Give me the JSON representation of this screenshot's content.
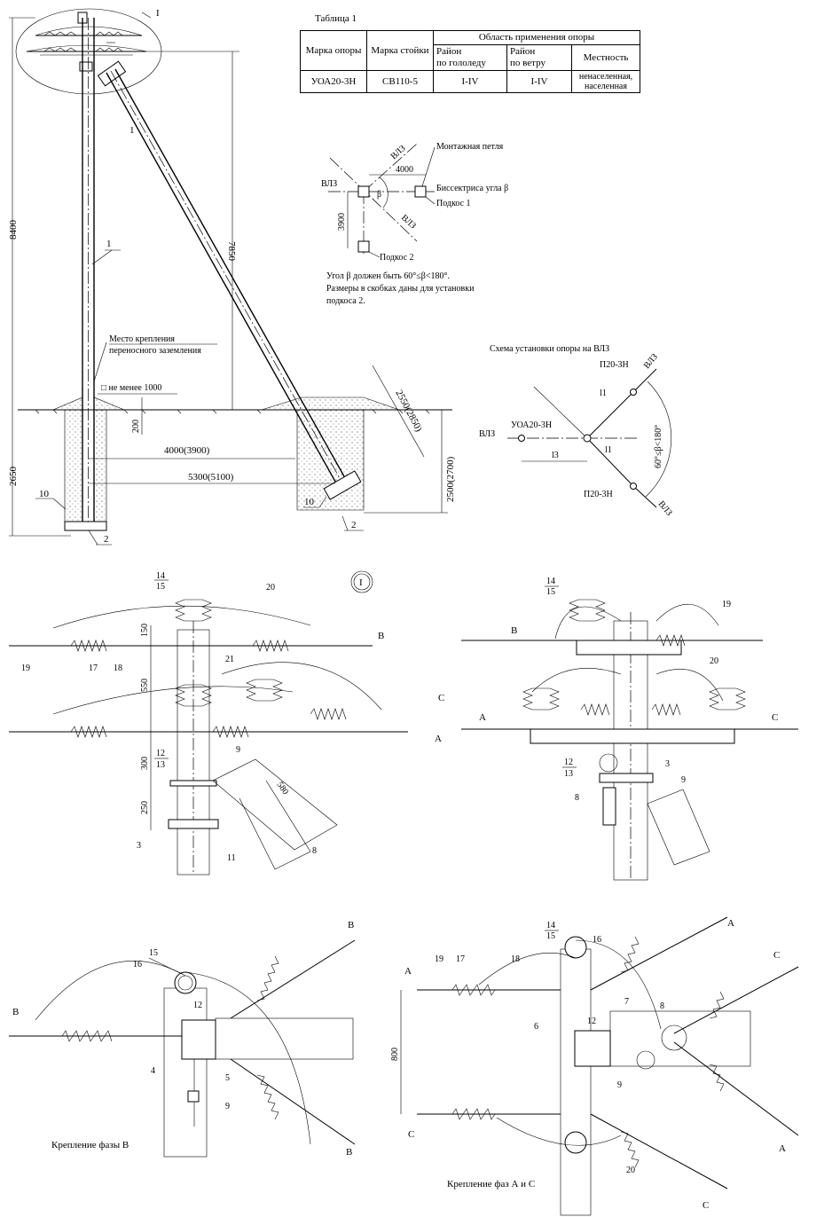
{
  "table1": {
    "caption": "Таблица 1",
    "head_mark": "Марка опоры",
    "head_stand": "Марка стойки",
    "head_area": "Область применения опоры",
    "head_ice": "Район\nпо гололеду",
    "head_wind": "Район\nпо ветру",
    "head_terrain": "Местность",
    "row": {
      "mark": "УОА20-3Н",
      "stand": "СВ110-5",
      "ice": "I-IV",
      "wind": "I-IV",
      "terrain": "ненаселенная,\nнаселенная"
    }
  },
  "plan1": {
    "vlz_top": "ВЛЗ",
    "loop": "Монтажная петля",
    "dim_4000": "4000",
    "vlz_left": "ВЛЗ",
    "bisector": "Биссектриса угла β",
    "beta": "β",
    "brace1": "Подкос 1",
    "vlz_diag": "ВЛЗ",
    "dim_3900": "3900",
    "brace2": "Подкос 2",
    "note": [
      "Угол β должен быть 60°≤β<180°.",
      "Размеры в скобках даны для установки",
      "подкоса 2."
    ]
  },
  "plan2": {
    "title": "Схема установки опоры на ВЛЗ",
    "p20_top": "П20-3Н",
    "vlz_tr": "ВЛЗ",
    "l1_top": "l1",
    "uoa": "УОА20-3Н",
    "vlz_left": "ВЛЗ",
    "l3": "l3",
    "l1_bot": "l1",
    "angle": "60°≤β<180°",
    "p20_bot": "П20-3Н",
    "vlz_br": "ВЛЗ"
  },
  "elevation": {
    "view_mark": "I",
    "dim_8400": "8400",
    "dim_7850": "7850",
    "dim_2650": "2650",
    "dim_200": "200",
    "dim_min1000": "□ не менее 1000",
    "ground_label": [
      "Место крепления",
      "переносного заземления"
    ],
    "dim_4000": "4000(3900)",
    "dim_5300": "5300(5100)",
    "dim_2550": "2550(2850)",
    "dim_2500": "2500(2700)",
    "pos": {
      "p1a": "1",
      "p1b": "1",
      "p2a": "2",
      "p2b": "2",
      "p10a": "10",
      "p10b": "10"
    }
  },
  "detail1": {
    "mark": "I",
    "phase_b": "B",
    "phase_c": "C",
    "phase_a": "A",
    "dims": {
      "d150": "150",
      "d550": "550",
      "d300": "300",
      "d250": "250",
      "d580": "580"
    },
    "pos": [
      "14",
      "15",
      "20",
      "19",
      "17",
      "18",
      "21",
      "12",
      "13",
      "9",
      "3",
      "11",
      "8"
    ]
  },
  "detail2": {
    "phase_b": "B",
    "phase_a": "A",
    "phase_c": "C",
    "pos": [
      "14",
      "15",
      "19",
      "20",
      "12",
      "13",
      "3",
      "8",
      "9"
    ]
  },
  "detail3": {
    "caption": "Крепление фазы В",
    "phase_b_left": "B",
    "phase_b_tr": "B",
    "phase_b_br": "B",
    "pos": [
      "15",
      "16",
      "12",
      "4",
      "5",
      "9"
    ]
  },
  "detail4": {
    "caption": "Крепление фаз А и С",
    "phase_a_left": "A",
    "phase_a_tr": "A",
    "phase_a_br": "A",
    "phase_c_left": "C",
    "phase_c_tr": "C",
    "phase_c_br": "C",
    "dim_800": "800",
    "pos": [
      "14",
      "15",
      "16",
      "19",
      "17",
      "18",
      "6",
      "12",
      "7",
      "8",
      "9",
      "20"
    ]
  }
}
